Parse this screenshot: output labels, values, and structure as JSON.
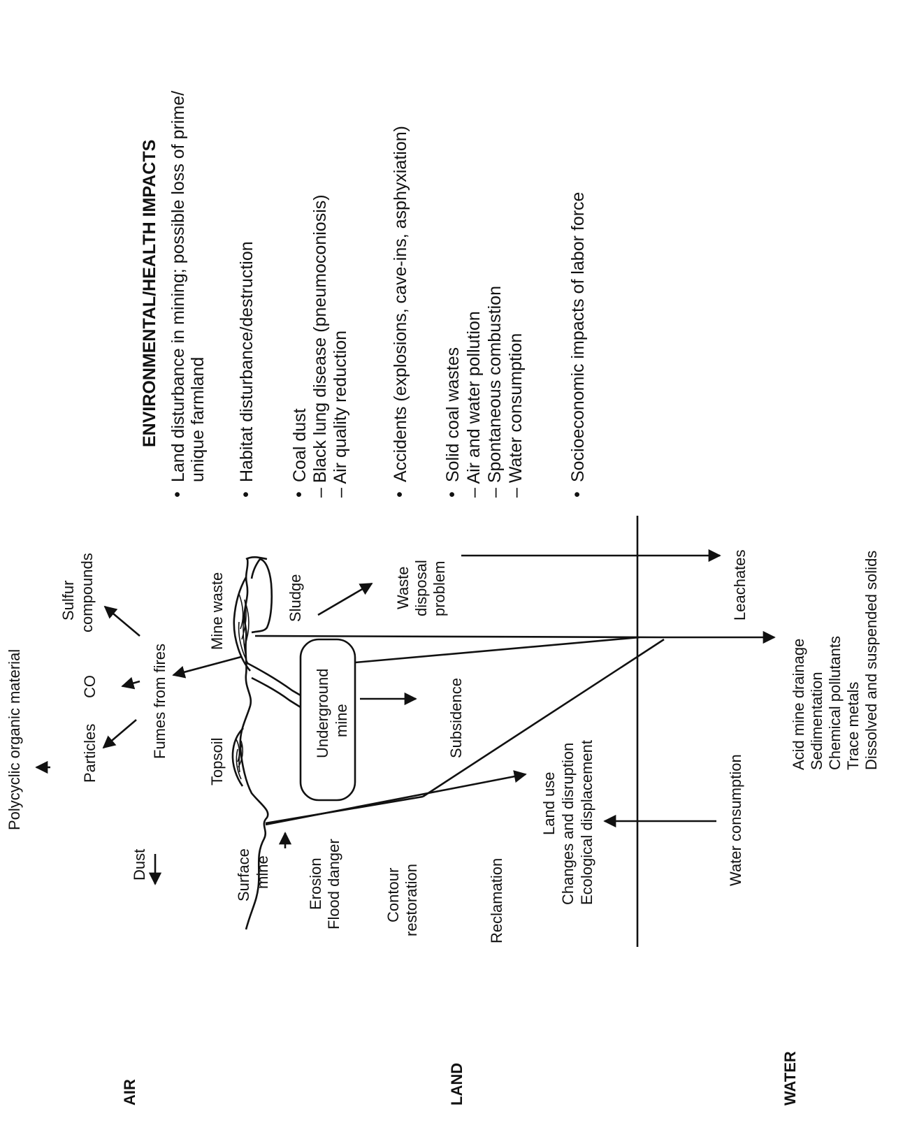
{
  "zones": {
    "air": "AIR",
    "land": "LAND",
    "water": "WATER"
  },
  "impacts": {
    "heading": "ENVIRONMENTAL/HEALTH IMPACTS",
    "items": [
      {
        "bullet": "•",
        "lines": [
          "Land disturbance in mining; possible loss of prime/",
          "unique farmland"
        ]
      },
      {
        "bullet": "•",
        "lines": [
          "Habitat disturbance/destruction"
        ]
      },
      {
        "bullet": "•",
        "lines": [
          "Coal dust",
          "– Black lung disease (pneumoconiosis)",
          "– Air quality reduction"
        ]
      },
      {
        "bullet": "•",
        "lines": [
          "Accidents (explosions, cave-ins, asphyxiation)"
        ]
      },
      {
        "bullet": "•",
        "lines": [
          "Solid coal wastes",
          "– Air and water pollution",
          "– Spontaneous combustion",
          "– Water consumption"
        ]
      },
      {
        "bullet": "•",
        "lines": [
          "Socioeconomic impacts of labor force"
        ]
      }
    ]
  },
  "air_labels": {
    "pom": "Polycyclic organic material",
    "particles": "Particles",
    "co": "CO",
    "sulfur_1": "Sulfur",
    "sulfur_2": "compounds",
    "fumes": "Fumes from fires",
    "dust": "Dust"
  },
  "land_labels": {
    "topsoil": "Topsoil",
    "mine_waste": "Mine waste",
    "sludge": "Sludge",
    "surface_mine_1": "Surface",
    "surface_mine_2": "mine",
    "underground_1": "Underground",
    "underground_2": "mine",
    "subsidence": "Subsidence",
    "waste_disposal_1": "Waste",
    "waste_disposal_2": "disposal",
    "waste_disposal_3": "problem",
    "erosion": "Erosion",
    "flood": "Flood danger",
    "contour_1": "Contour",
    "contour_2": "restoration",
    "reclamation": "Reclamation",
    "land_use": "Land use",
    "changes": "Changes and disruption",
    "ecological": "Ecological displacement"
  },
  "water_labels": {
    "leachates": "Leachates",
    "water_consumption": "Water consumption",
    "pollutants": [
      "Acid mine drainage",
      "Sedimentation",
      "Chemical pollutants",
      "Trace metals",
      "Dissolved and suspended solids"
    ]
  }
}
